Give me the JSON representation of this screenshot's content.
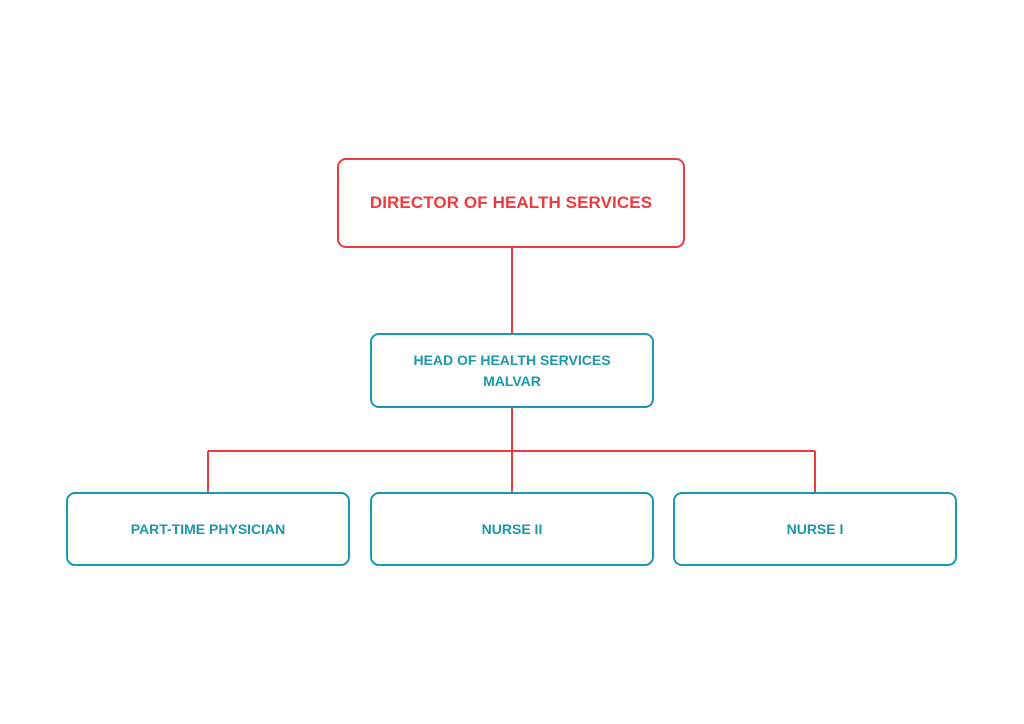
{
  "colors": {
    "accent_red": "#ef3b3f",
    "accent_teal": "#1a98ad",
    "background": "#ffffff"
  },
  "org_chart": {
    "director": {
      "title": "DIRECTOR OF HEALTH SERVICES"
    },
    "head": {
      "title": "HEAD OF HEALTH SERVICES",
      "name": "MALVAR"
    },
    "staff": [
      {
        "title": "PART-TIME PHYSICIAN"
      },
      {
        "title": "NURSE II"
      },
      {
        "title": "NURSE I"
      }
    ]
  }
}
